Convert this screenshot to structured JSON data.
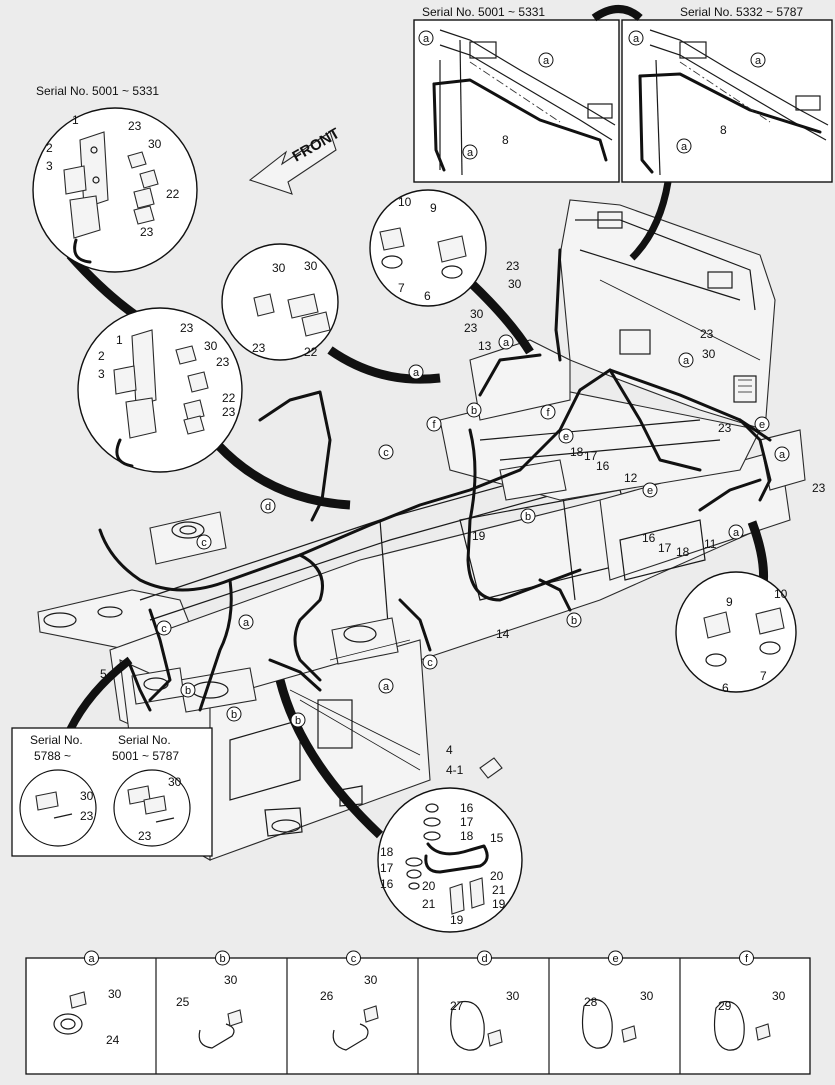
{
  "serial_labels": {
    "top_left": "Serial No. 5001 ~ 5331",
    "top_box_left": "Serial No. 5001 ~ 5331",
    "top_box_right": "Serial No. 5332 ~ 5787",
    "bottom_left_a": "Serial No.",
    "bottom_left_a2": "5788 ~",
    "bottom_left_b": "Serial No.",
    "bottom_left_b2": "5001 ~ 5787"
  },
  "front_arrow": "FRONT",
  "part_numbers": [
    "1",
    "2",
    "3",
    "4",
    "4-1",
    "5",
    "6",
    "7",
    "8",
    "9",
    "10",
    "11",
    "12",
    "13",
    "14",
    "15",
    "16",
    "17",
    "18",
    "19",
    "20",
    "21",
    "22",
    "23",
    "24",
    "25",
    "26",
    "27",
    "28",
    "29",
    "30"
  ],
  "clamp_letters": [
    "a",
    "b",
    "c",
    "d",
    "e",
    "f"
  ],
  "legend": [
    {
      "letter": "a",
      "part": "24",
      "bolt": "30"
    },
    {
      "letter": "b",
      "part": "25",
      "bolt": "30"
    },
    {
      "letter": "c",
      "part": "26",
      "bolt": "30"
    },
    {
      "letter": "d",
      "part": "27",
      "bolt": "30"
    },
    {
      "letter": "e",
      "part": "28",
      "bolt": "30"
    },
    {
      "letter": "f",
      "part": "29",
      "bolt": "30"
    }
  ]
}
